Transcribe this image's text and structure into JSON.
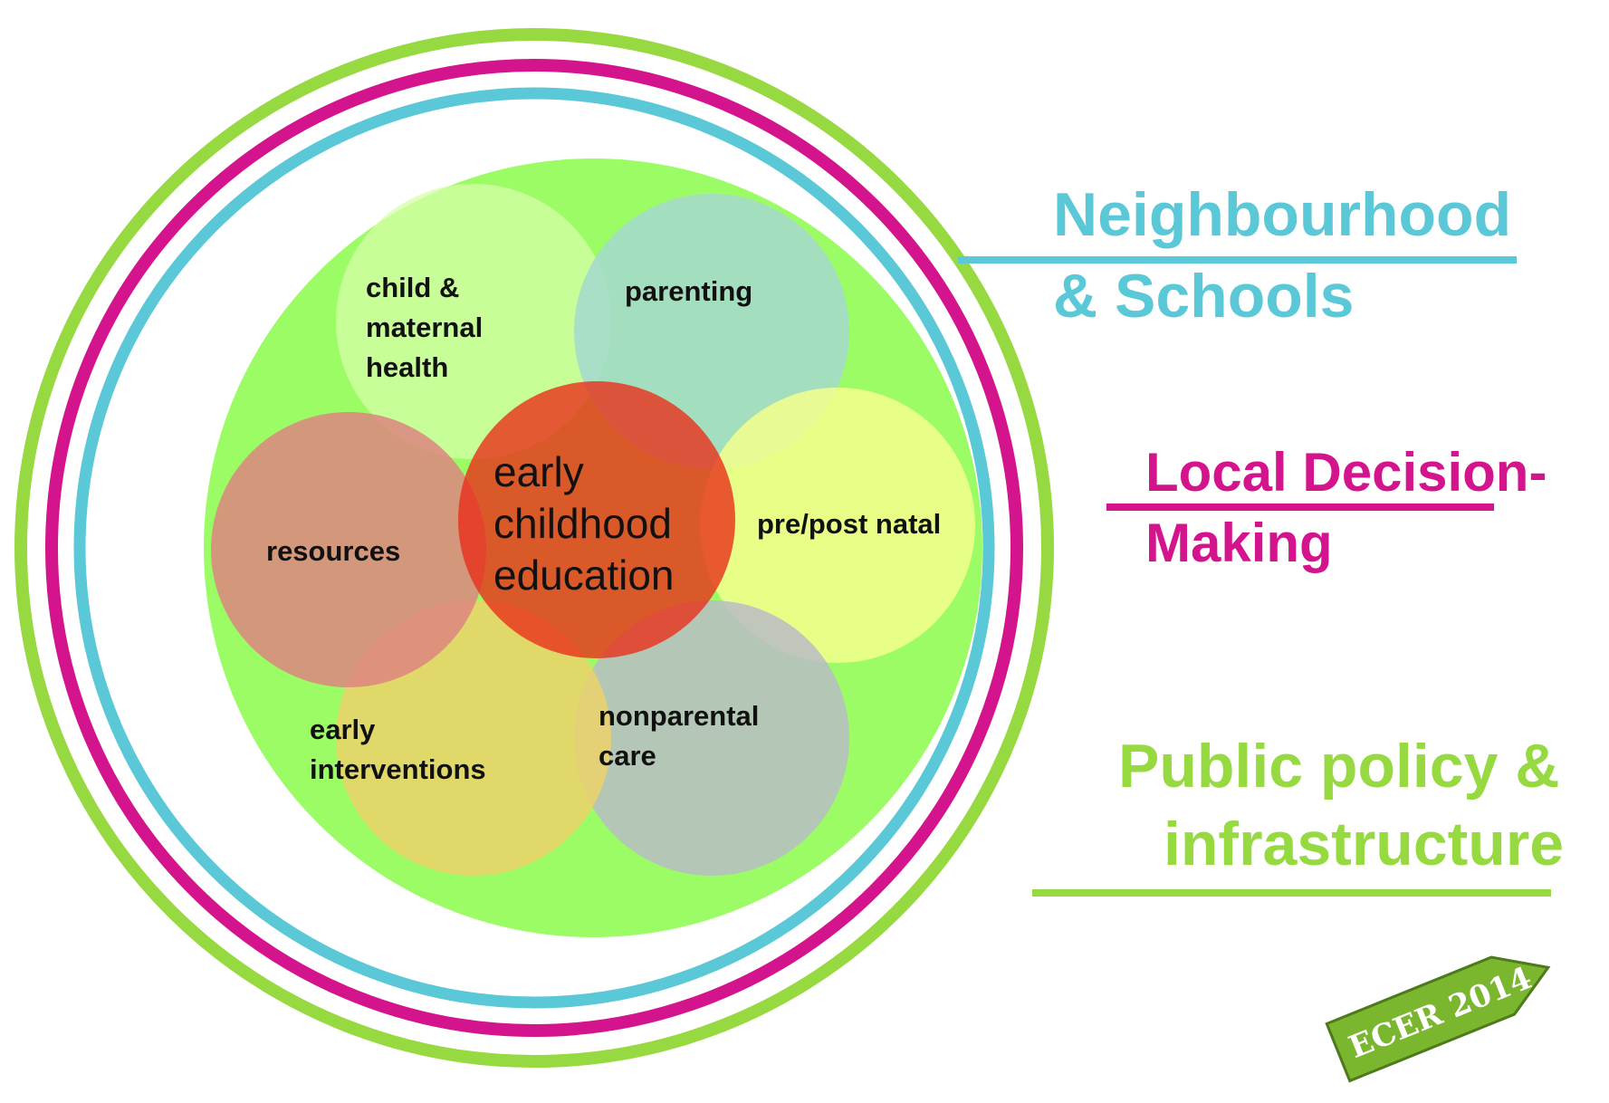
{
  "diagram": {
    "center": {
      "lines": [
        "early",
        "childhood",
        "education"
      ],
      "fill": "#e8301a"
    },
    "petals": [
      {
        "id": "child-maternal-health",
        "lines": [
          "child &",
          "maternal",
          "health"
        ],
        "fill": "#d6ffa8"
      },
      {
        "id": "parenting",
        "lines": [
          "parenting"
        ],
        "fill": "#a4d9cf"
      },
      {
        "id": "pre-post-natal",
        "lines": [
          "pre/post natal"
        ],
        "fill": "#f5ff8c"
      },
      {
        "id": "nonparental-care",
        "lines": [
          "nonparental",
          "care"
        ],
        "fill": "#b8bcc4"
      },
      {
        "id": "early-interventions",
        "lines": [
          "early",
          "interventions"
        ],
        "fill": "#ecd26a"
      },
      {
        "id": "resources",
        "lines": [
          "resources"
        ],
        "fill": "#dd8580"
      }
    ],
    "rings": [
      {
        "id": "neighbourhood-schools",
        "lines": [
          "Neighbourhood",
          "& Schools"
        ],
        "color": "#5bc8d8"
      },
      {
        "id": "local-decision-making",
        "lines": [
          "Local Decision-",
          "Making"
        ],
        "color": "#d3148c"
      },
      {
        "id": "public-policy-infrastructure",
        "lines": [
          "Public policy &",
          "infrastructure"
        ],
        "color": "#97d940"
      }
    ],
    "background_fill": "#9cfc66"
  },
  "logo": {
    "text": "ECER 2014",
    "color": "#7ab62e"
  }
}
